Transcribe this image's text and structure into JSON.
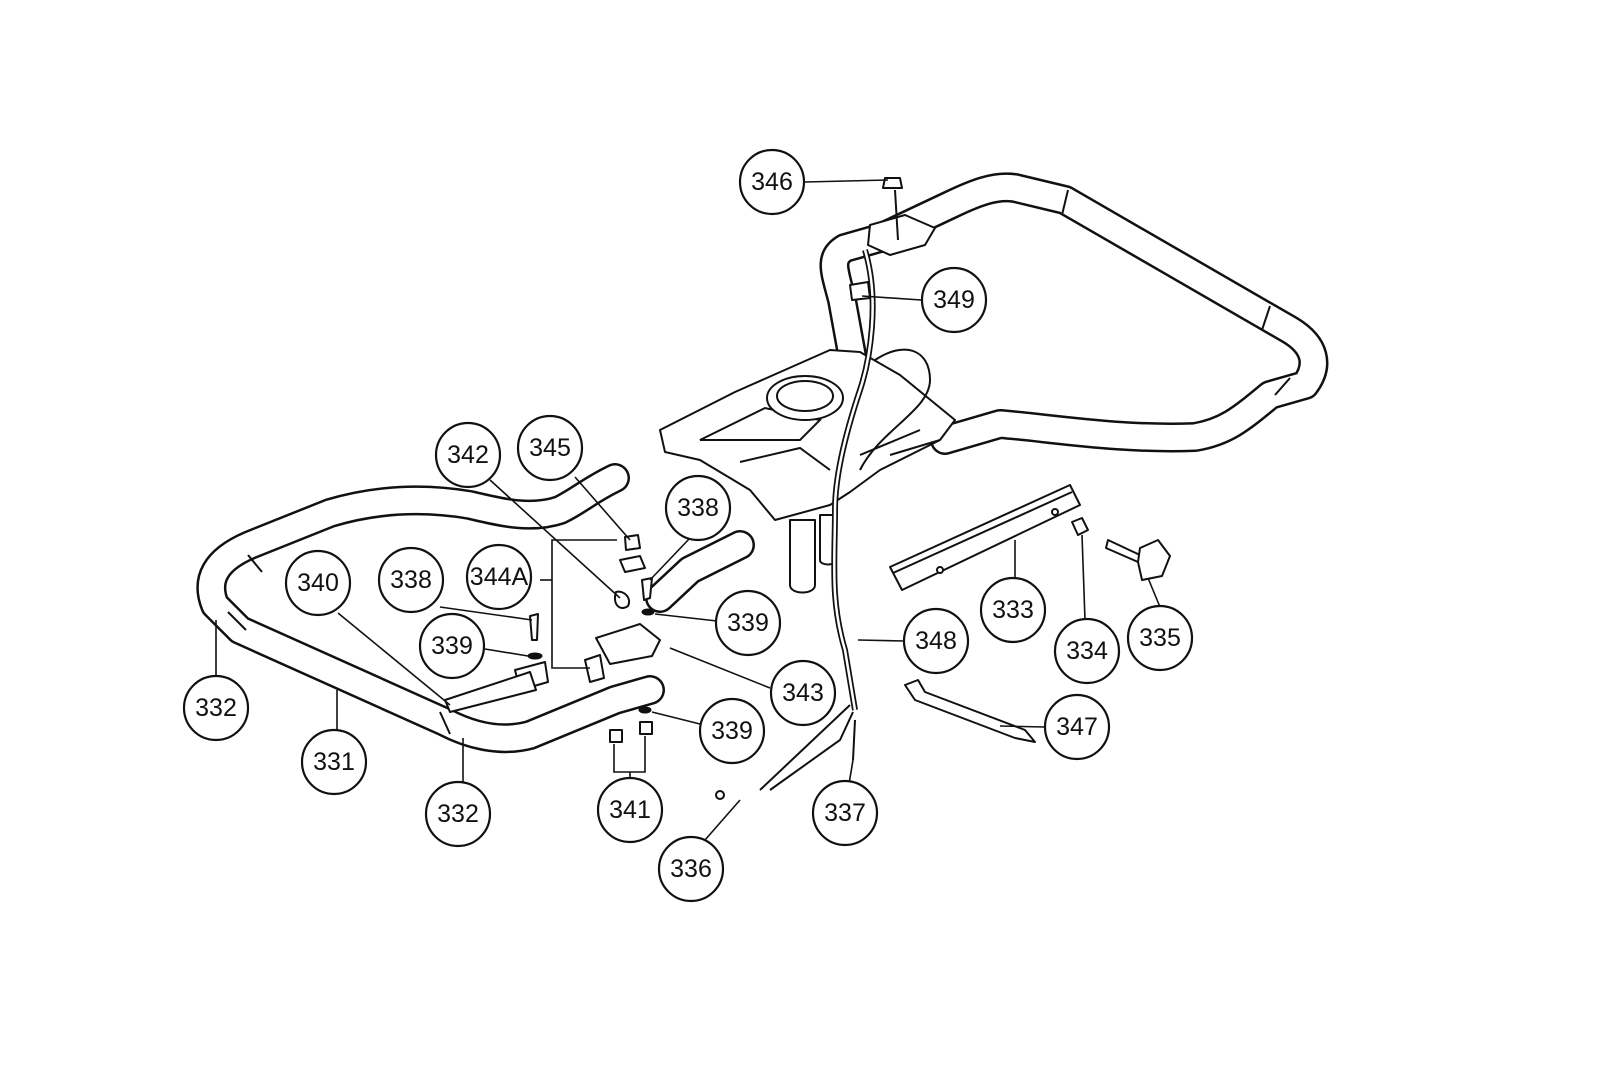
{
  "callouts": {
    "c331": "331",
    "c332a": "332",
    "c332b": "332",
    "c333": "333",
    "c334": "334",
    "c335": "335",
    "c336": "336",
    "c337": "337",
    "c338a": "338",
    "c338b": "338",
    "c339a": "339",
    "c339b": "339",
    "c339c": "339",
    "c340": "340",
    "c341": "341",
    "c342": "342",
    "c343": "343",
    "c344a": "344A",
    "c345": "345",
    "c346": "346",
    "c347": "347",
    "c348": "348",
    "c349": "349"
  },
  "colors": {
    "line": "#111111",
    "background": "#ffffff"
  }
}
